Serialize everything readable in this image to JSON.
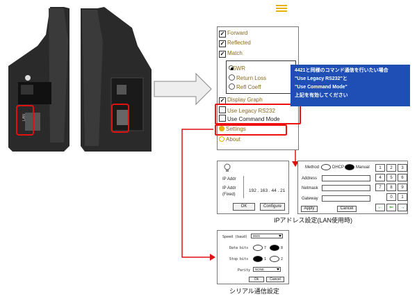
{
  "menu": {
    "items": [
      {
        "label": "Forward",
        "checked": true
      },
      {
        "label": "Reflected",
        "checked": true
      },
      {
        "label": "Match",
        "checked": true
      }
    ],
    "match_options": [
      {
        "label": "VSWR",
        "selected": true
      },
      {
        "label": "Return Loss",
        "selected": false
      },
      {
        "label": "Refl Coeff",
        "selected": false
      }
    ],
    "display_graph": "Display Graph",
    "legacy": "Use Legacy RS232",
    "command_mode": "Use Command Mode",
    "settings": "Settings",
    "about": "About"
  },
  "callout": {
    "line1": "4421と同様のコマンド通信を行いたい場合",
    "line2": "\"Use Legacy RS232\"と",
    "line3": "\"Use Command Mode\"",
    "line4": "上記を有効してください"
  },
  "ip_dialog": {
    "ip_label": "IP Addr",
    "fixed_label_1": "IP Addr",
    "fixed_label_2": "(Fixed)",
    "ip_value": "192 . 163 . 44 . 21",
    "ok": "OK",
    "configure": "Configure"
  },
  "config_dialog": {
    "method": "Method",
    "dhcp": "DHCP",
    "manual": "Manual",
    "address": "Address",
    "netmask": "Netmask",
    "gateway": "Gateway",
    "apply": "Apply",
    "cancel": "Cancel",
    "keys": [
      "1",
      "2",
      "3",
      "4",
      "5",
      "6",
      "7",
      "8",
      "9",
      "0",
      "1"
    ]
  },
  "ip_caption": "IPアドレス設定(LAN使用時)",
  "serial_dialog": {
    "speed_label": "Speed (baud)",
    "speed_value": "9600",
    "data_bits_label": "Data bits",
    "data_bits_a": "7",
    "data_bits_b": "8",
    "stop_bits_label": "Stop bits",
    "stop_bits_a": "1",
    "stop_bits_b": "2",
    "parity_label": "Parity",
    "parity_value": "NONE",
    "ok": "Ok",
    "cancel": "Cancel"
  },
  "serial_caption": "シリアル通信設定",
  "device": {
    "lan_label": "LAN"
  },
  "colors": {
    "highlight": "#e11111",
    "callout_bg": "#1f4fb4",
    "menu_text": "#8a6a1e",
    "accent": "#e8b000"
  }
}
